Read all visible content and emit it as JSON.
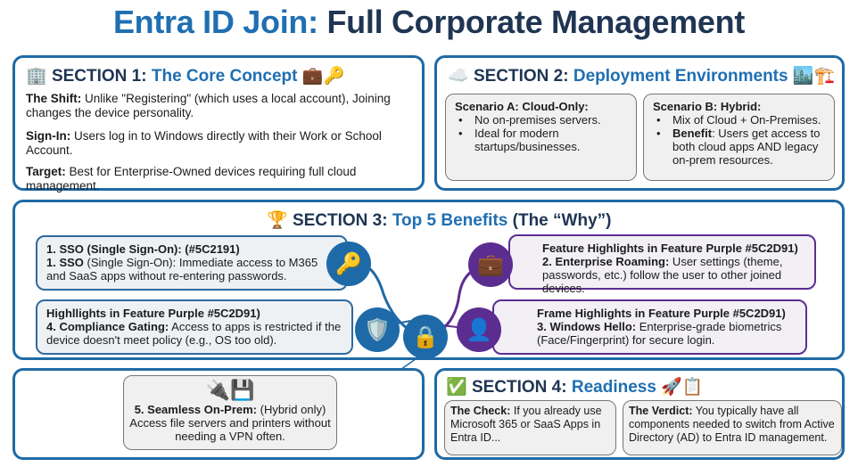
{
  "title": {
    "part1": "Entra ID Join:",
    "part2": "Full Corporate Management"
  },
  "section1": {
    "prefix": "SECTION 1:",
    "name": "The Core Concept",
    "items": [
      {
        "label": "The Shift:",
        "text": "Unlike \"Registering\" (which uses a local account), Joining changes the device personality."
      },
      {
        "label": "Sign-In:",
        "text": "Users log in to Windows directly with their Work or School Account."
      },
      {
        "label": "Target:",
        "text": "Best for Enterprise-Owned devices requiring full cloud management."
      }
    ]
  },
  "section2": {
    "prefix": "SECTION 2:",
    "name": "Deployment Environments",
    "scenario_a": {
      "title": "Scenario A: Cloud-Only:",
      "bullets": [
        "No on-premises servers.",
        "Ideal for modern startups/businesses."
      ]
    },
    "scenario_b": {
      "title": "Scenario B: Hybrid:",
      "bullet1": "Mix of Cloud + On-Premises.",
      "bullet2_label": "Benefit",
      "bullet2_text": ": Users get access to both cloud apps AND legacy on-prem resources."
    }
  },
  "section3": {
    "prefix": "SECTION 3:",
    "name": "Top 5 Benefits",
    "suffix": "(The “Why”)",
    "b1": {
      "heading": "1. SSO (Single Sign-On): (#5C2191)",
      "label": "1. SSO",
      "text": " (Single Sign-On): Immediate access to M365 and SaaS apps without re-entering passwords."
    },
    "b2": {
      "heading": "Feature Highlights in Feature Purple #5C2D91)",
      "label": "2. Enterprise Roaming:",
      "text": " User settings (theme, passwords, etc.) follow the user to other joined devices."
    },
    "b3": {
      "heading": "Frame Highlights in Feature Purple #5C2D91)",
      "label": "3. Windows Hello:",
      "text": " Enterprise-grade biometrics (Face/Fingerprint) for secure login."
    },
    "b4": {
      "heading": "Highllights in Feature Purple #5C2D91)",
      "label": "4. Compliance Gating:",
      "text": " Access to apps is restricted if the device doesn't meet policy (e.g., OS too old)."
    },
    "b5": {
      "label": "5. Seamless On-Prem:",
      "text": " (Hybrid only) Access file servers and printers without needing a VPN often."
    }
  },
  "section4": {
    "prefix": "SECTION 4:",
    "name": "Readiness",
    "check": {
      "label": "The Check:",
      "text": " If you already use Microsoft 365 or SaaS Apps in Entra ID..."
    },
    "verdict": {
      "label": "The Verdict:",
      "text": " You typically have all components needed to switch from Active Directory (AD) to Entra ID management."
    }
  },
  "colors": {
    "blue": "#1f6aa5",
    "purple": "#5c2d91",
    "navy": "#1f3553"
  }
}
